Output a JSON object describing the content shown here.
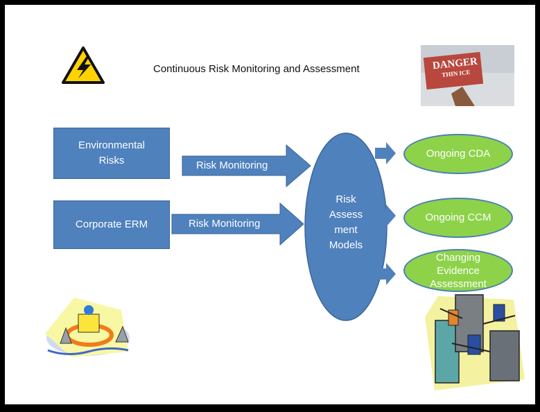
{
  "title": "Continuous Risk Monitoring and Assessment",
  "inputs": {
    "environmental": "Environmental Risks",
    "erm": "Corporate ERM"
  },
  "arrows": {
    "monitoring_top": "Risk Monitoring",
    "monitoring_bottom": "Risk Monitoring"
  },
  "center": {
    "line1": "Risk",
    "line2": "Assess",
    "line3": "ment",
    "line4": "Models"
  },
  "outputs": {
    "cda": "Ongoing CDA",
    "ccm": "Ongoing CCM",
    "evidence": "Changing Evidence Assessment"
  },
  "sign": {
    "line1": "DANGER",
    "line2": "THIN ICE"
  },
  "colors": {
    "box_blue": "#4f81bd",
    "green": "#8ed24a",
    "warning_yellow": "#ffd200",
    "sign_red": "#b8473d"
  },
  "icons": [
    "warning-icon",
    "danger-sign-image",
    "swimmer-clipart",
    "people-buildings-clipart"
  ]
}
